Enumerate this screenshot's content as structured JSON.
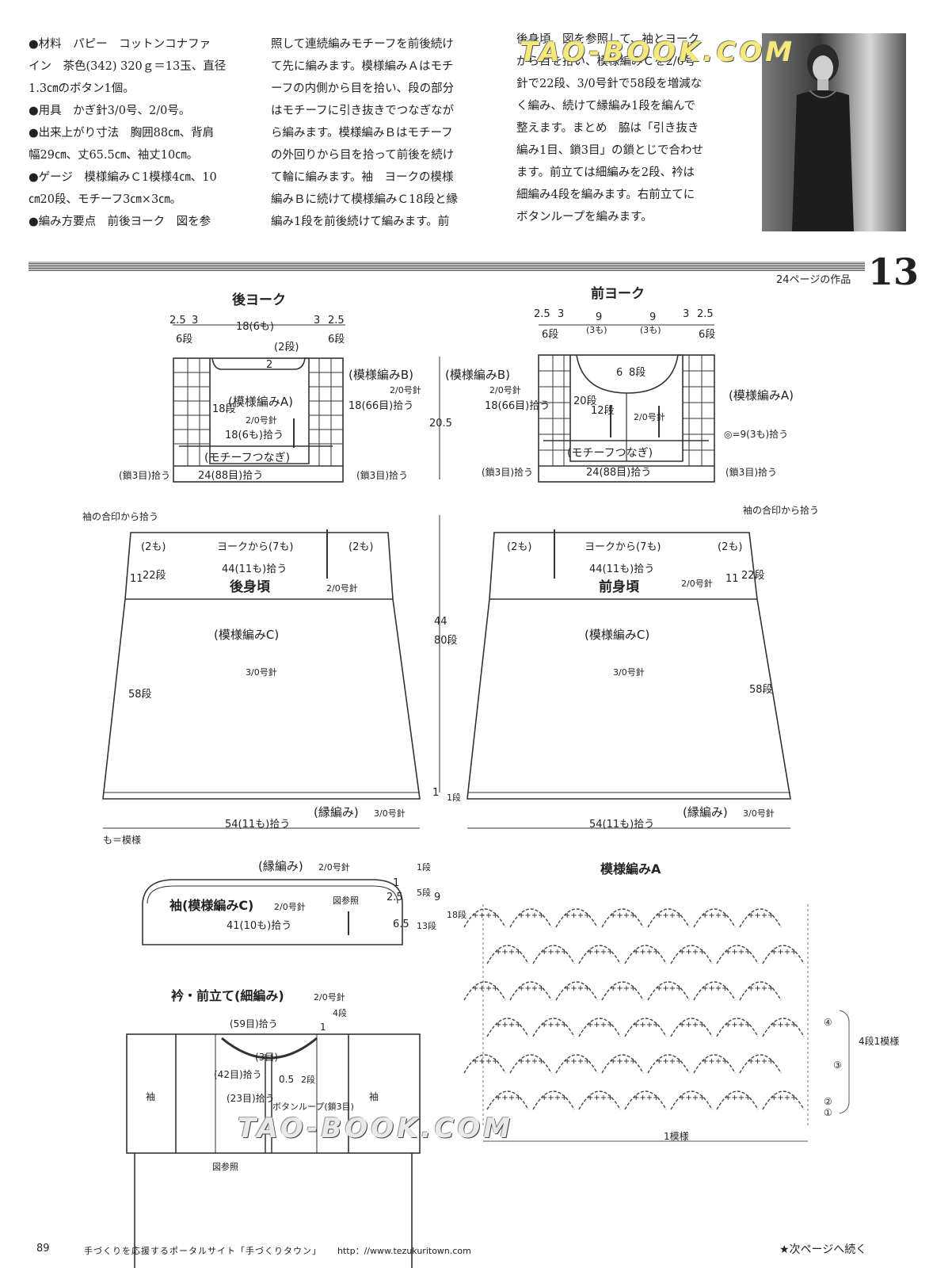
{
  "text_columns": {
    "col1": [
      "●材料　パピー　コットンコナファ",
      "イン　茶色(342) 320ｇ＝13玉、直径",
      "1.3㎝のボタン1個。",
      "●用具　かぎ針3/0号、2/0号。",
      "●出来上がり寸法　胸囲88㎝、背肩",
      "幅29㎝、丈65.5㎝、袖丈10㎝。",
      "●ゲージ　模様編みＣ1模様4㎝、10",
      "㎝20段、モチーフ3㎝×3㎝。",
      "●編み方要点　前後ヨーク　図を参"
    ],
    "col2": [
      "照して連続編みモチーフを前後続け",
      "て先に編みます。模様編みＡはモチ",
      "ーフの内側から目を拾い、段の部分",
      "はモチーフに引き抜きでつなぎなが",
      "ら編みます。模様編みＢはモチーフ",
      "の外回りから目を拾って前後を続け",
      "て輪に編みます。袖　ヨークの模様",
      "編みＢに続けて模様編みＣ18段と縁",
      "編み1段を前後続けて編みます。前"
    ],
    "col3": [
      "後身頃　図を参照して、袖とヨーク",
      "から目を拾い、模様編みＣを2/0号",
      "針で22段、3/0号針で58段を増減な",
      "く編み、続けて縁編み1段を編んで",
      "整えます。まとめ　脇は「引き抜き",
      "編み1目、鎖3目」の鎖とじで合わせ",
      "ます。前立ては細編みを2段、衿は",
      "細編み4段を編みます。右前立てに",
      "ボタンループを編みます。"
    ]
  },
  "watermark": "TAO-BOOK.COM",
  "header": {
    "work_label": "24ページの作品",
    "work_number": "13"
  },
  "back_yoke": {
    "title": "後ヨーク",
    "top_dims": [
      "2.5",
      "3",
      "18(6も)",
      "3",
      "2.5"
    ],
    "rows_left": "6段",
    "rows_right": "6段",
    "pattern_b": "(模様編みB)",
    "needle_b": "2/0号針",
    "side_pick": "18(66目)拾う",
    "neck_rows": "(2段)",
    "neck_w": "2",
    "pattern_a": "(模様編みA)",
    "rows_a": "18段",
    "needle_a": "2/0号針",
    "pick_a": "18(6も)拾う",
    "motif": "(モチーフつなぎ)",
    "bottom": "24(88目)拾う",
    "chain_l": "(鎖3目)拾う",
    "chain_r": "(鎖3目)拾う"
  },
  "front_yoke": {
    "title": "前ヨーク",
    "top_dims": [
      "2.5",
      "3",
      "9",
      "(3も)",
      "9",
      "(3も)",
      "3",
      "2.5"
    ],
    "rows_left": "6段",
    "rows_right": "6段",
    "pattern_b": "(模様編みB)",
    "needle_b": "2/0号針",
    "side_pick": "18(66目)拾う",
    "center_rows": "8段",
    "center_h": "6",
    "side_rows": "20段",
    "inner_rows": "12段",
    "pattern_a": "(模様編みA)",
    "needle_a": "2/0号針",
    "motif": "(モチーフつなぎ)",
    "bottom": "24(88目)拾う",
    "chain_l": "(鎖3目)拾う",
    "chain_r": "(鎖3目)拾う",
    "marker_note": "◎=9(3も)拾う"
  },
  "yoke_height": "20.5",
  "back_body": {
    "title": "後身頃",
    "sleeve_mark": "袖の合印から拾う",
    "left_2": "(2も)",
    "from_yoke": "ヨークから(7も)",
    "right_2": "(2も)",
    "pick44": "44(11も)拾う",
    "upper_h": "11",
    "upper_rows": "22段",
    "needle_upper": "2/0号針",
    "pattern_c": "(模様編みC)",
    "needle_c": "3/0号針",
    "lower_rows": "58段",
    "edge": "(縁編み)",
    "needle_edge": "3/0号針",
    "bottom": "54(11も)拾う"
  },
  "front_body": {
    "title": "前身頃",
    "sleeve_mark": "袖の合印から拾う",
    "left_2": "(2も)",
    "from_yoke": "ヨークから(7も)",
    "right_2": "(2も)",
    "pick44": "44(11も)拾う",
    "upper_h": "11",
    "upper_rows": "22段",
    "needle_upper": "2/0号針",
    "pattern_c": "(模様編みC)",
    "needle_c": "3/0号針",
    "lower_rows": "58段",
    "edge": "(縁編み)",
    "needle_edge": "3/0号針",
    "bottom": "54(11も)拾う"
  },
  "body_length": {
    "value": "44",
    "rows": "80段",
    "edge_h": "1",
    "edge_rows": "1段"
  },
  "legend_mo": "も＝模様",
  "sleeve": {
    "edge": "(縁編み)",
    "needle_edge": "2/0号針",
    "title": "袖(模様編みC)",
    "needle": "2/0号針",
    "ref": "図参照",
    "pick": "41(10も)拾う",
    "dims": [
      "1",
      "2.5",
      "6.5",
      "9"
    ],
    "rows": [
      "1段",
      "5段",
      "13段",
      "18段"
    ]
  },
  "collar": {
    "title": "衿・前立て(細編み)",
    "needle": "2/0号針",
    "neck_pick": "(59目)拾う",
    "rows_top": "4段",
    "h_top": "1",
    "chain3": "(3目)",
    "front_pick": "(42目)拾う",
    "loop_pick": "(23目)拾う",
    "h05": "0.5",
    "rows05": "2段",
    "button_loop": "ボタンループ(鎖3目)",
    "sleeve_l": "袖",
    "sleeve_r": "袖",
    "ref": "図参照"
  },
  "pattern_a_chart": {
    "title": "模様編みA",
    "row_marks": [
      "④",
      "③",
      "②",
      "①"
    ],
    "repeat_rows": "4段1模様",
    "repeat": "1模様"
  },
  "footer": {
    "page": "89",
    "site": "手づくりを応援するポータルサイト「手づくりタウン」",
    "url": "http：//www.tezukuritown.com",
    "next": "★次ページへ続く"
  }
}
